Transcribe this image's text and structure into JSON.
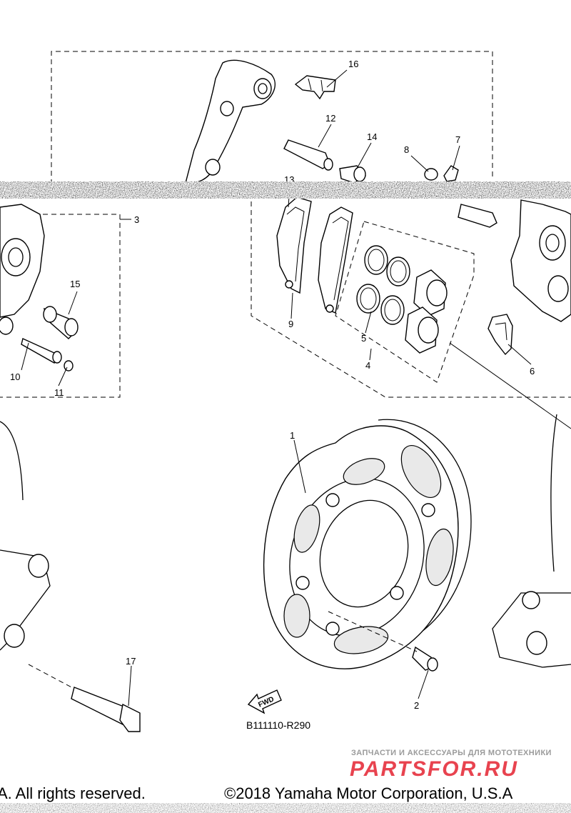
{
  "diagram": {
    "callouts": [
      "1",
      "2",
      "3",
      "4",
      "5",
      "6",
      "7",
      "8",
      "9",
      "10",
      "11",
      "12",
      "13",
      "14",
      "15",
      "16",
      "17"
    ],
    "drawing_code": "B111110-R290",
    "fwd_label": "FWD"
  },
  "footer": {
    "rights_fragment": "A. All rights reserved.",
    "copyright": "©2018 Yamaha Motor Corporation, U.S.A"
  },
  "watermark": {
    "tagline": "ЗАПЧАСТИ И АКСЕССУАРЫ ДЛЯ МОТОТЕХНИКИ",
    "brand": "PARTSFOR.RU",
    "brand_color": "#e8434f"
  }
}
